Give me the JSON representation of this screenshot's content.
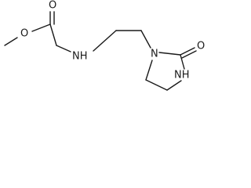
{
  "molecule": {
    "atoms": {
      "methoxy_o": "O",
      "carbonyl_o": "O",
      "amine_nh": "NH",
      "ring_n": "N",
      "ring_oxo_o": "O",
      "ring_nh": "NH"
    }
  }
}
